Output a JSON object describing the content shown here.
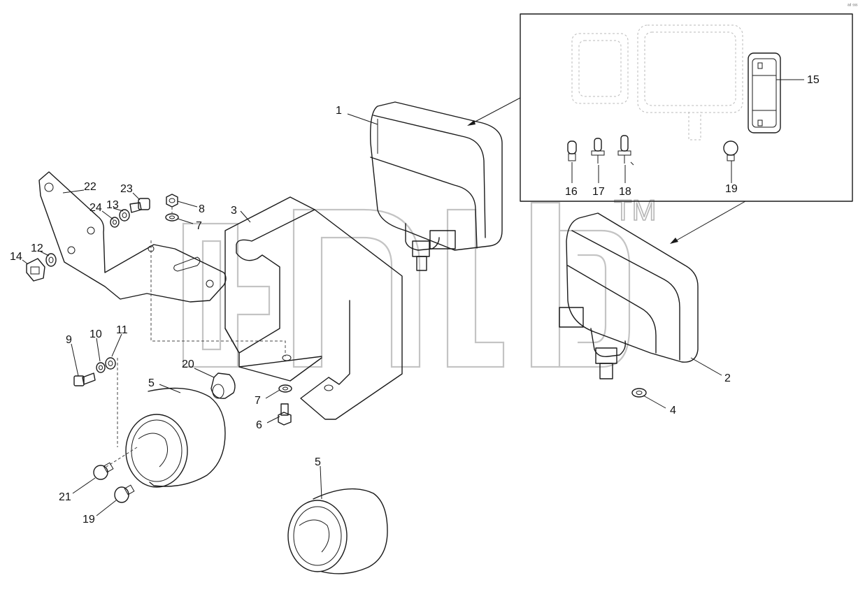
{
  "diagram": {
    "watermark": {
      "trademark": "TM"
    },
    "corner_code": "ᵃᵈ ˢˢˢ",
    "callouts": [
      {
        "id": "1",
        "text": "1"
      },
      {
        "id": "2",
        "text": "2"
      },
      {
        "id": "3",
        "text": "3"
      },
      {
        "id": "4",
        "text": "4"
      },
      {
        "id": "5a",
        "text": "5"
      },
      {
        "id": "5b",
        "text": "5"
      },
      {
        "id": "6",
        "text": "6"
      },
      {
        "id": "7a",
        "text": "7"
      },
      {
        "id": "7b",
        "text": "7"
      },
      {
        "id": "8",
        "text": "8"
      },
      {
        "id": "9",
        "text": "9"
      },
      {
        "id": "10",
        "text": "10"
      },
      {
        "id": "11",
        "text": "11"
      },
      {
        "id": "12",
        "text": "12"
      },
      {
        "id": "13",
        "text": "13"
      },
      {
        "id": "14",
        "text": "14"
      },
      {
        "id": "15",
        "text": "15"
      },
      {
        "id": "16",
        "text": "16"
      },
      {
        "id": "17",
        "text": "17"
      },
      {
        "id": "18",
        "text": "18"
      },
      {
        "id": "19a",
        "text": "19"
      },
      {
        "id": "19b",
        "text": "19"
      },
      {
        "id": "20",
        "text": "20"
      },
      {
        "id": "21",
        "text": "21"
      },
      {
        "id": "22",
        "text": "22"
      },
      {
        "id": "23",
        "text": "23"
      },
      {
        "id": "24",
        "text": "24"
      }
    ]
  }
}
